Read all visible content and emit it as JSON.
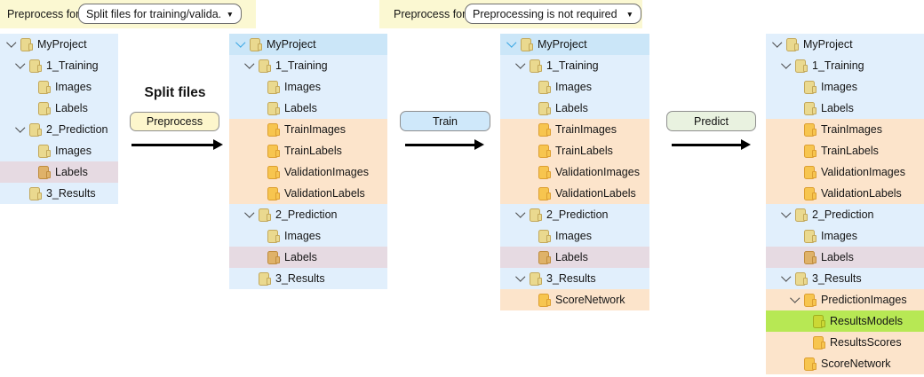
{
  "header": {
    "left_group": {
      "label": "Preprocess for",
      "dropdown_value": "Split files for training/valida...",
      "dropdown_arrow": "▼"
    },
    "right_group": {
      "label": "Preprocess for",
      "dropdown_value": "Preprocessing is not required",
      "dropdown_arrow": "▼"
    }
  },
  "workflow": {
    "step1_title": "Split files",
    "step1_button": "Preprocess",
    "step2_button": "Train",
    "step3_button": "Predict"
  },
  "colors": {
    "bar_yellow": "#fbf8d2",
    "tree_blue": "#e1effc",
    "tree_selected": "#cbe6f8",
    "tree_orange": "#fce4cb",
    "tree_pink": "#e6dae2",
    "tree_green": "#b7e854",
    "btn_preprocess": "#fdf6cc",
    "btn_train": "#cfe8fa",
    "btn_predict": "#e9f2e0",
    "folder_normal_fill": "#ead98f",
    "folder_normal_border": "#c3a85a",
    "folder_orange_fill": "#f7c54f",
    "folder_orange_border": "#dd9f31",
    "folder_tan_fill": "#dfb269",
    "folder_tan_border": "#bf8c3e",
    "folder_olive_fill": "#cbd835",
    "folder_olive_border": "#9fae1e",
    "chevron_dark": "#4a4a4a",
    "chevron_cyan": "#38a6e3",
    "arrow_black": "#000000"
  },
  "trees": [
    {
      "rows": [
        {
          "label": "MyProject",
          "level": 0,
          "chevron": "dark",
          "bg": "blue",
          "folder": "normal"
        },
        {
          "label": "1_Training",
          "level": 1,
          "chevron": "dark",
          "bg": "blue",
          "folder": "normal"
        },
        {
          "label": "Images",
          "level": 2,
          "chevron": null,
          "bg": "blue",
          "folder": "normal"
        },
        {
          "label": "Labels",
          "level": 2,
          "chevron": null,
          "bg": "blue",
          "folder": "normal"
        },
        {
          "label": "2_Prediction",
          "level": 1,
          "chevron": "dark",
          "bg": "blue",
          "folder": "normal"
        },
        {
          "label": "Images",
          "level": 2,
          "chevron": null,
          "bg": "blue",
          "folder": "normal"
        },
        {
          "label": "Labels",
          "level": 2,
          "chevron": null,
          "bg": "pink",
          "folder": "tan"
        },
        {
          "label": "3_Results",
          "level": 1,
          "chevron": null,
          "bg": "blue",
          "folder": "normal"
        }
      ]
    },
    {
      "rows": [
        {
          "label": "MyProject",
          "level": 0,
          "chevron": "cyan",
          "bg": "sel",
          "folder": "normal"
        },
        {
          "label": "1_Training",
          "level": 1,
          "chevron": "dark",
          "bg": "blue",
          "folder": "normal"
        },
        {
          "label": "Images",
          "level": 2,
          "chevron": null,
          "bg": "blue",
          "folder": "normal"
        },
        {
          "label": "Labels",
          "level": 2,
          "chevron": null,
          "bg": "blue",
          "folder": "normal"
        },
        {
          "label": "TrainImages",
          "level": 2,
          "chevron": null,
          "bg": "orange",
          "folder": "orange"
        },
        {
          "label": "TrainLabels",
          "level": 2,
          "chevron": null,
          "bg": "orange",
          "folder": "orange"
        },
        {
          "label": "ValidationImages",
          "level": 2,
          "chevron": null,
          "bg": "orange",
          "folder": "orange"
        },
        {
          "label": "ValidationLabels",
          "level": 2,
          "chevron": null,
          "bg": "orange",
          "folder": "orange"
        },
        {
          "label": "2_Prediction",
          "level": 1,
          "chevron": "dark",
          "bg": "blue",
          "folder": "normal"
        },
        {
          "label": "Images",
          "level": 2,
          "chevron": null,
          "bg": "blue",
          "folder": "normal"
        },
        {
          "label": "Labels",
          "level": 2,
          "chevron": null,
          "bg": "pink",
          "folder": "tan"
        },
        {
          "label": "3_Results",
          "level": 1,
          "chevron": null,
          "bg": "blue",
          "folder": "normal"
        }
      ]
    },
    {
      "rows": [
        {
          "label": "MyProject",
          "level": 0,
          "chevron": "cyan",
          "bg": "sel",
          "folder": "normal"
        },
        {
          "label": "1_Training",
          "level": 1,
          "chevron": "dark",
          "bg": "blue",
          "folder": "normal"
        },
        {
          "label": "Images",
          "level": 2,
          "chevron": null,
          "bg": "blue",
          "folder": "normal"
        },
        {
          "label": "Labels",
          "level": 2,
          "chevron": null,
          "bg": "blue",
          "folder": "normal"
        },
        {
          "label": "TrainImages",
          "level": 2,
          "chevron": null,
          "bg": "orange",
          "folder": "orange"
        },
        {
          "label": "TrainLabels",
          "level": 2,
          "chevron": null,
          "bg": "orange",
          "folder": "orange"
        },
        {
          "label": "ValidationImages",
          "level": 2,
          "chevron": null,
          "bg": "orange",
          "folder": "orange"
        },
        {
          "label": "ValidationLabels",
          "level": 2,
          "chevron": null,
          "bg": "orange",
          "folder": "orange"
        },
        {
          "label": "2_Prediction",
          "level": 1,
          "chevron": "dark",
          "bg": "blue",
          "folder": "normal"
        },
        {
          "label": "Images",
          "level": 2,
          "chevron": null,
          "bg": "blue",
          "folder": "normal"
        },
        {
          "label": "Labels",
          "level": 2,
          "chevron": null,
          "bg": "pink",
          "folder": "tan"
        },
        {
          "label": "3_Results",
          "level": 1,
          "chevron": "dark",
          "bg": "blue",
          "folder": "normal"
        },
        {
          "label": "ScoreNetwork",
          "level": 2,
          "chevron": null,
          "bg": "orange",
          "folder": "orange"
        }
      ]
    },
    {
      "rows": [
        {
          "label": "MyProject",
          "level": 0,
          "chevron": "dark",
          "bg": "blue",
          "folder": "normal"
        },
        {
          "label": "1_Training",
          "level": 1,
          "chevron": "dark",
          "bg": "blue",
          "folder": "normal"
        },
        {
          "label": "Images",
          "level": 2,
          "chevron": null,
          "bg": "blue",
          "folder": "normal"
        },
        {
          "label": "Labels",
          "level": 2,
          "chevron": null,
          "bg": "blue",
          "folder": "normal"
        },
        {
          "label": "TrainImages",
          "level": 2,
          "chevron": null,
          "bg": "orange",
          "folder": "orange"
        },
        {
          "label": "TrainLabels",
          "level": 2,
          "chevron": null,
          "bg": "orange",
          "folder": "orange"
        },
        {
          "label": "ValidationImages",
          "level": 2,
          "chevron": null,
          "bg": "orange",
          "folder": "orange"
        },
        {
          "label": "ValidationLabels",
          "level": 2,
          "chevron": null,
          "bg": "orange",
          "folder": "orange"
        },
        {
          "label": "2_Prediction",
          "level": 1,
          "chevron": "dark",
          "bg": "blue",
          "folder": "normal"
        },
        {
          "label": "Images",
          "level": 2,
          "chevron": null,
          "bg": "blue",
          "folder": "normal"
        },
        {
          "label": "Labels",
          "level": 2,
          "chevron": null,
          "bg": "pink",
          "folder": "tan"
        },
        {
          "label": "3_Results",
          "level": 1,
          "chevron": "dark",
          "bg": "blue",
          "folder": "normal"
        },
        {
          "label": "PredictionImages",
          "level": 2,
          "chevron": "dark",
          "bg": "orange",
          "folder": "orange"
        },
        {
          "label": "ResultsModels",
          "level": 3,
          "chevron": null,
          "bg": "green",
          "folder": "olive"
        },
        {
          "label": "ResultsScores",
          "level": 3,
          "chevron": null,
          "bg": "orange",
          "folder": "orange"
        },
        {
          "label": "ScoreNetwork",
          "level": 2,
          "chevron": null,
          "bg": "orange",
          "folder": "orange"
        }
      ]
    }
  ]
}
